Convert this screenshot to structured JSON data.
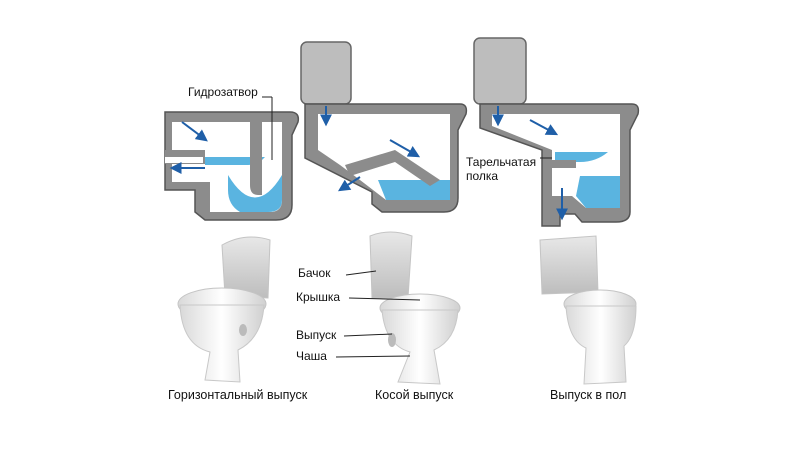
{
  "labels": {
    "gidrozatvor": "Гидрозатвор",
    "shelf": "Тарельчатая\nполка",
    "bachok": "Бачок",
    "kryshka": "Крышка",
    "vypusk": "Выпуск",
    "chasha": "Чаша"
  },
  "captions": {
    "horizontal": "Горизонтальный выпуск",
    "oblique": "Косой выпуск",
    "floor": "Выпуск в пол"
  },
  "colors": {
    "body_gray": "#8c8c8c",
    "water": "#5ab4e0",
    "arrow_blue": "#1f5fa8",
    "porcelain": "#f2f2f2"
  }
}
